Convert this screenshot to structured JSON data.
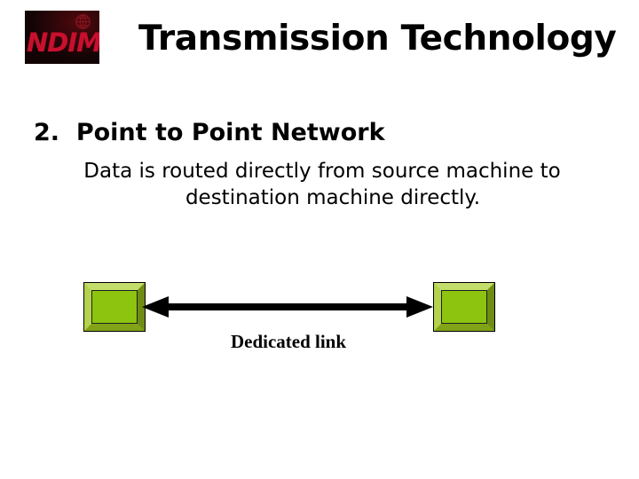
{
  "slide": {
    "background_color": "#ffffff",
    "title": "Transmission Technology"
  },
  "logo": {
    "name": "ndim-logo",
    "wordmark": "NDIM",
    "icon": "globe-icon",
    "background_color": "#120405",
    "text_color": "#c8102e"
  },
  "content": {
    "bullet": {
      "number": "2.",
      "heading": "Point to Point Network",
      "full_text": "2.  Point to Point Network"
    },
    "description": {
      "line1": "Data is routed directly from source machine to",
      "line2": "destination machine directly."
    }
  },
  "diagram": {
    "type": "point-to-point-network",
    "nodes": [
      {
        "id": "source",
        "label": "",
        "fill_color": "#8cc410",
        "bevel_light": "#c3dd6b",
        "bevel_dark": "#6e8d12",
        "outline_color": "#000000"
      },
      {
        "id": "destination",
        "label": "",
        "fill_color": "#8cc410",
        "bevel_light": "#c3dd6b",
        "bevel_dark": "#6e8d12",
        "outline_color": "#000000"
      }
    ],
    "connector": {
      "style": "double-headed-arrow",
      "color": "#000000",
      "caption": "Dedicated link"
    }
  }
}
